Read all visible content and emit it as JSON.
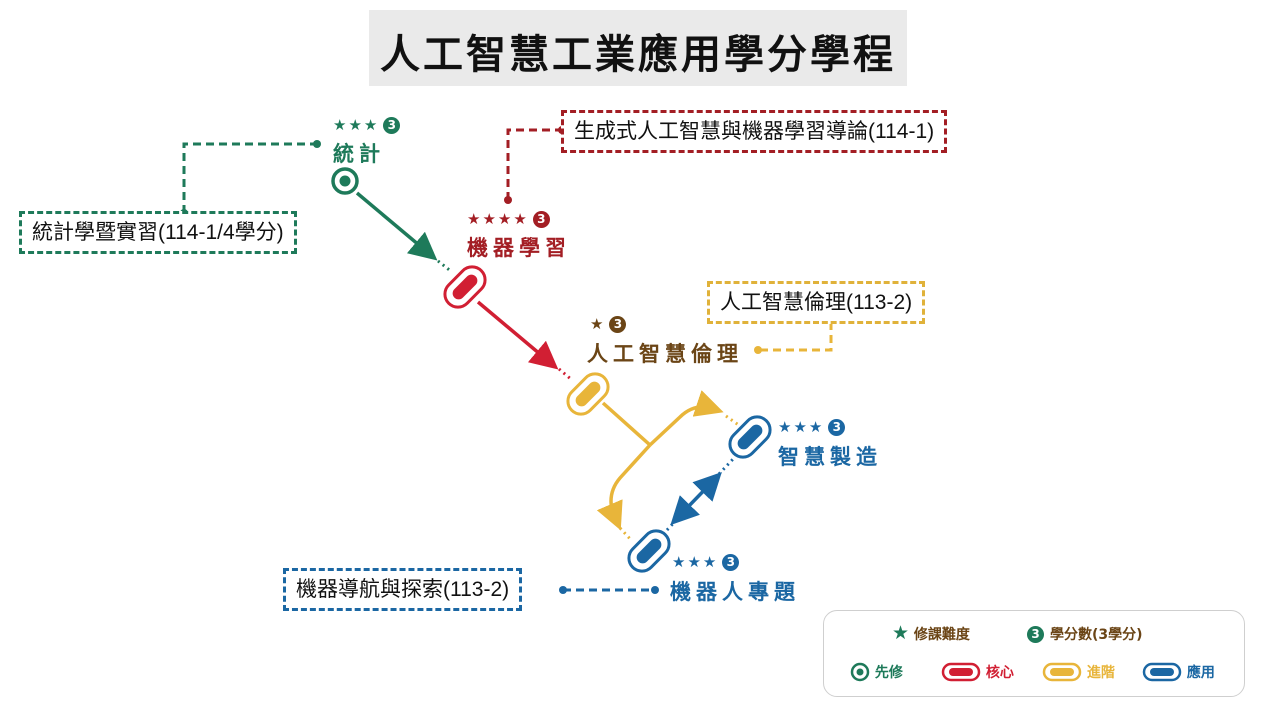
{
  "title": "人工智慧工業應用學分學程",
  "courses": {
    "stats": {
      "name": "統計",
      "stars": "★★★",
      "credits": "3",
      "color": "#1e7a5a"
    },
    "ml": {
      "name": "機器學習",
      "stars": "★★★★",
      "credits": "3",
      "color": "#a31e24"
    },
    "ethics": {
      "name": "人工智慧倫理",
      "stars": "★",
      "credits": "3",
      "color": "#6b4516"
    },
    "smart_mfg": {
      "name": "智慧製造",
      "stars": "★★★",
      "credits": "3",
      "color": "#1b67a3"
    },
    "robot_project": {
      "name": "機器人專題",
      "stars": "★★★",
      "credits": "3",
      "color": "#1b67a3"
    }
  },
  "notes": {
    "stats_practice": "統計學暨實習(114-1/4學分)",
    "genai": "生成式人工智慧與機器學習導論(114-1)",
    "ai_ethics": "人工智慧倫理(113-2)",
    "robot_nav": "機器導航與探索(113-2)"
  },
  "legend": {
    "difficulty": "修課難度",
    "credits_label": "學分數(3學分)",
    "credit_num": "3",
    "prereq": "先修",
    "core": "核心",
    "advanced": "進階",
    "application": "應用"
  },
  "colors": {
    "green": "#1e7a5a",
    "red": "#d11f33",
    "yellow": "#e8b53a",
    "blue": "#1b67a3",
    "brown": "#6b4516"
  }
}
